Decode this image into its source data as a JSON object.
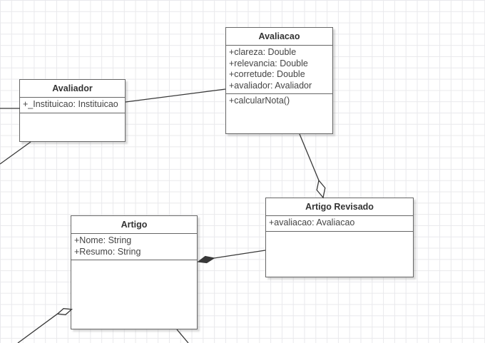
{
  "diagram": {
    "classes": {
      "avaliacao": {
        "title": "Avaliacao",
        "attributes": [
          "+clareza: Double",
          "+relevancia: Double",
          "+corretude: Double",
          "+avaliador: Avaliador"
        ],
        "methods": [
          "+calcularNota()"
        ]
      },
      "avaliador": {
        "title": "Avaliador",
        "attributes": [
          "+_Instituicao: Instituicao"
        ],
        "methods": []
      },
      "artigo_revisado": {
        "title": "Artigo Revisado",
        "attributes": [
          "+avaliacao: Avaliacao"
        ],
        "methods": []
      },
      "artigo": {
        "title": "Artigo",
        "attributes": [
          "+Nome: String",
          "+Resumo: String"
        ],
        "methods": []
      }
    },
    "edges": [
      {
        "from": "offscreen-left",
        "to": "Avaliador",
        "type": "association"
      },
      {
        "from": "Avaliador",
        "to": "offscreen-bottom-left",
        "type": "association"
      },
      {
        "from": "Avaliador",
        "to": "Avaliacao",
        "type": "association"
      },
      {
        "from": "Avaliacao",
        "to": "Artigo Revisado",
        "type": "aggregation"
      },
      {
        "from": "Artigo",
        "to": "Artigo Revisado",
        "type": "composition"
      },
      {
        "from": "offscreen-bottom-left",
        "to": "Artigo",
        "type": "aggregation"
      },
      {
        "from": "Artigo",
        "to": "offscreen-bottom",
        "type": "association"
      }
    ],
    "colors": {
      "background": "#ffffff",
      "grid_line": "#e9e9ec",
      "box_border": "#666666",
      "box_fill": "#ffffff",
      "title_text": "#333333",
      "attribute_text": "#444444",
      "edge_stroke": "#383838",
      "composition_diamond_fill": "#383838",
      "aggregation_diamond_fill": "#ffffff"
    }
  }
}
